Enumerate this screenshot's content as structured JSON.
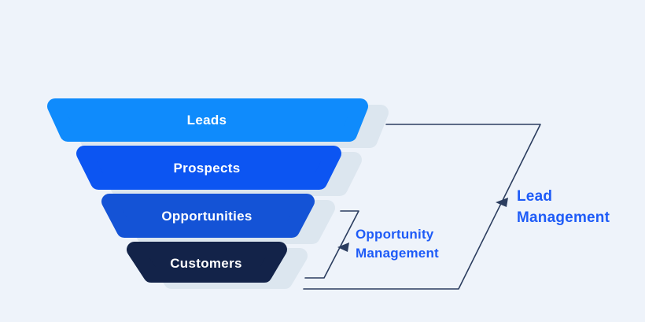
{
  "background_color": "#eef3fa",
  "funnel": {
    "shadow_color": "#dce6ef",
    "label_color": "#ffffff",
    "stages": [
      {
        "label": "Leads",
        "color": "#0f8bfc"
      },
      {
        "label": "Prospects",
        "color": "#0c55f2"
      },
      {
        "label": "Opportunities",
        "color": "#1453d6"
      },
      {
        "label": "Customers",
        "color": "#132349"
      }
    ]
  },
  "annotations": {
    "text_color": "#1e5bf7",
    "bracket_color": "#2b3d5f",
    "opportunity_management": {
      "line1": "Opportunity",
      "line2": "Management"
    },
    "lead_management": {
      "line1": "Lead",
      "line2": "Management"
    }
  }
}
